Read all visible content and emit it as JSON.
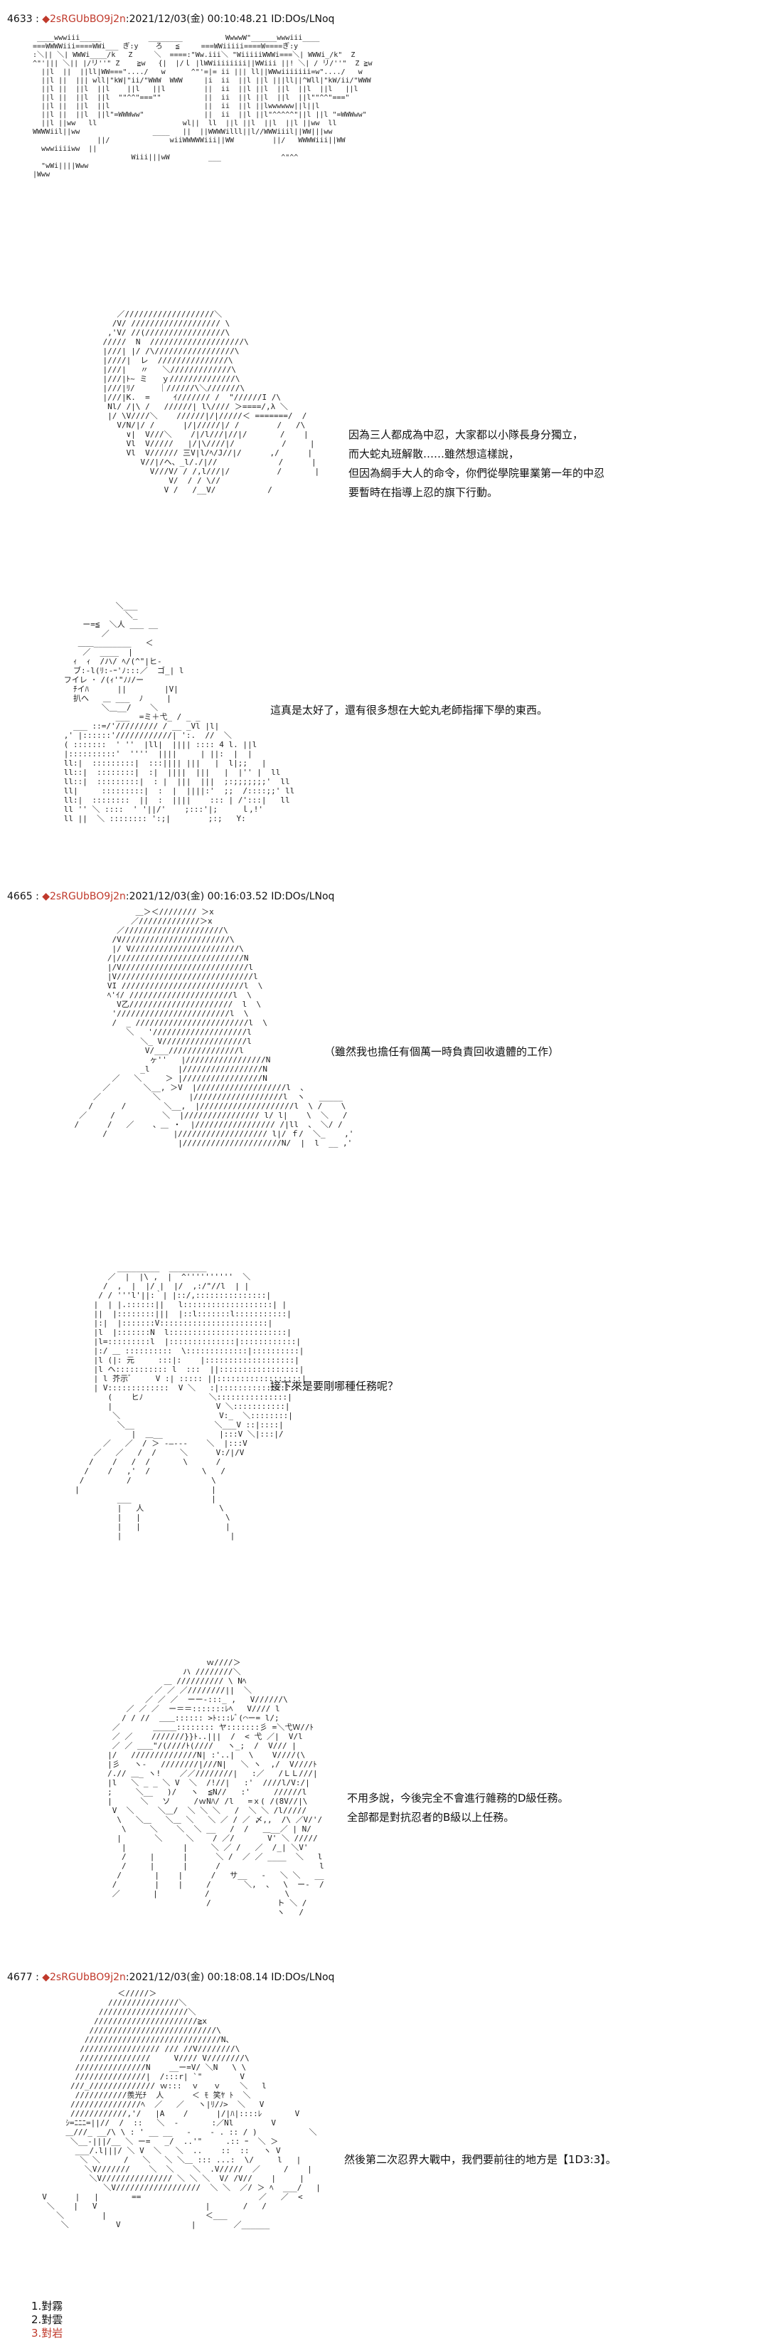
{
  "posts": [
    {
      "number": "4633 :",
      "trip": "◆2sRGUbBO9j2n",
      "meta": ":2021/12/03(金) 00:10:48.21 ID:DOs/LNoq"
    },
    {
      "number": "4665 :",
      "trip": "◆2sRGUbBO9j2n",
      "meta": ":2021/12/03(金) 00:16:03.52 ID:DOs/LNoq"
    },
    {
      "number": "4677 :",
      "trip": "◆2sRGUbBO9j2n",
      "meta": ":2021/12/03(金) 00:18:08.14 ID:DOs/LNoq"
    }
  ],
  "dialogs": {
    "d1": "因為三人都成為中忍，大家都以小隊長身分獨立，\n而大蛇丸班解散……雖然想這樣說，\n但因為綱手大人的命令，你們從學院畢業第一年的中忍\n要暫時在指導上忍的旗下行動。",
    "d2": "這真是太好了，還有很多想在大蛇丸老師指揮下學的東西。",
    "d3": "（雖然我也擔任有個萬一時負責回收遺體的工作）",
    "d4": "接下來是要剛哪種任務呢？",
    "d5": "不用多說，今後完全不會進行雜務的D級任務。\n全部都是對抗忍者的B級以上任務。",
    "d6": "然後第二次忍界大戰中，我們要前往的地方是【1D3:3】。"
  },
  "choices": [
    "1.對霧",
    "2.對雲",
    "3.對岩"
  ],
  "colors": {
    "trip": "#c0392b",
    "selected_choice": "#c0392b",
    "text": "#111111"
  }
}
